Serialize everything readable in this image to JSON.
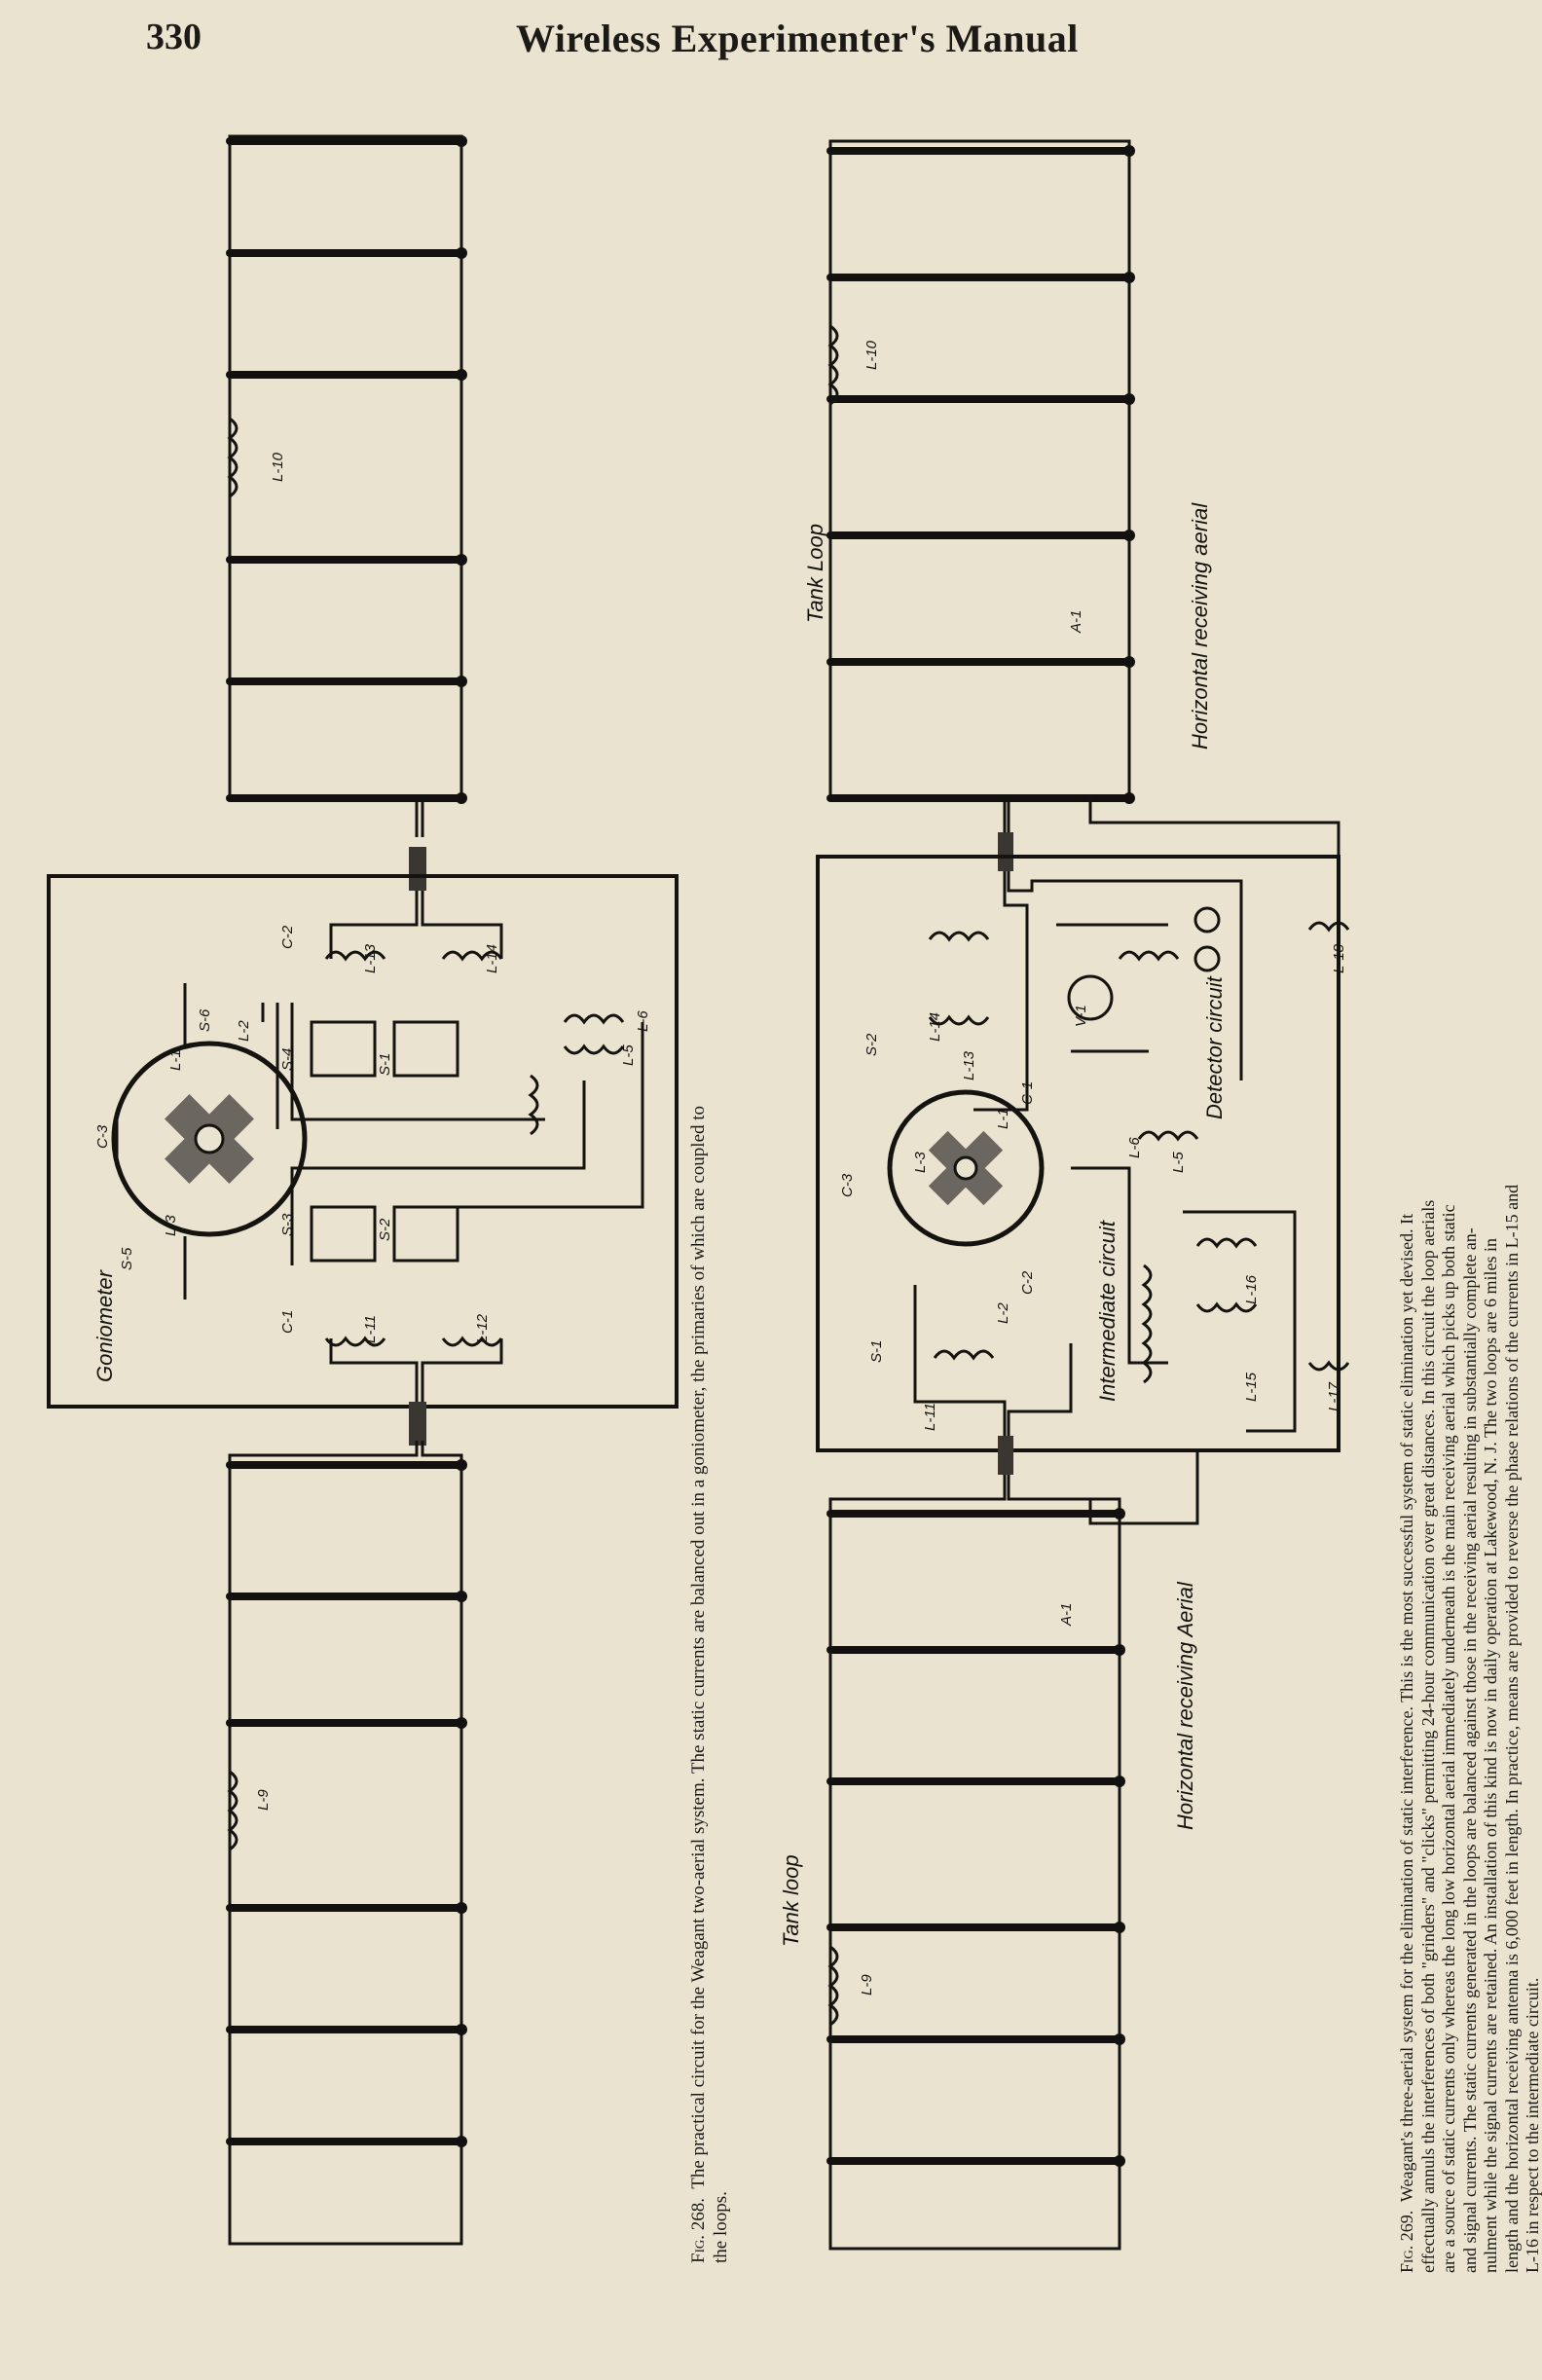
{
  "header": {
    "page_number": "330",
    "running_title": "Wireless Experimenter's Manual"
  },
  "fig268": {
    "caption_label": "Fig. 268.",
    "caption_lines": [
      "The practical circuit for the Weagant two-aerial system.  The static currents are balanced out in a goniometer, the primaries of which are coupled to",
      "the loops."
    ],
    "labels": {
      "goniometer": "Goniometer",
      "l9": "L-9",
      "l10": "L-10",
      "l11": "L-11",
      "l12": "L-12",
      "l13": "L-13",
      "l14": "L-14",
      "l5": "L-5",
      "l6": "L-6",
      "l1": "L-1",
      "l2": "L-2",
      "l3": "L-3",
      "c1": "C-1",
      "c2": "C-2",
      "c3": "C-3",
      "s1": "S-1",
      "s2": "S-2",
      "s3": "S-3",
      "s4": "S-4",
      "s5": "S-5",
      "s6": "S-6"
    }
  },
  "fig269": {
    "caption_label": "Fig. 269.",
    "caption_lines": [
      "Weagant's three-aerial system for the elimination of static interference.  This is the most successful system of static elimination yet devised.  It",
      "effectually annuls the interferences of both \"grinders\" and \"clicks\" permitting 24-hour communication over great distances.  In this circuit the loop aerials",
      "are a source of static currents only whereas the long low horizontal aerial immediately underneath is the main receiving aerial which picks up both static",
      "and signal currents.  The static currents generated in the loops are balanced against those in the receiving aerial resulting in substantially complete an-",
      "nulment while the signal currents are retained.  An installation of this kind is now in daily operation at Lakewood, N. J.  The two loops are 6 miles in",
      "length and the horizontal receiving antenna is 6,000 feet in length.  In practice, means are provided to reverse the phase relations of the currents in L-15 and",
      "L-16 in respect to the intermediate circuit."
    ],
    "labels": {
      "tank_loop_top": "Tank Loop",
      "tank_loop_bottom": "Tank loop",
      "horizontal_aerial_top": "Horizontal receiving aerial",
      "horizontal_aerial_bottom": "Horizontal receiving Aerial",
      "a1": "A-1",
      "intermediate_circuit": "Intermediate circuit",
      "detector_circuit": "Detector circuit",
      "l9": "L-9",
      "l10": "L-10",
      "l11": "L-11",
      "l13": "L-13",
      "l14": "L-14",
      "l15": "L-15",
      "l16": "L-16",
      "l17": "L-17",
      "l18": "L-18",
      "l1": "L-1",
      "l2": "L-2",
      "l3": "L-3",
      "l5": "L-5",
      "l6": "L-6",
      "v1": "V-1",
      "c1": "C-1",
      "c2": "C-2",
      "c3": "C-3",
      "s1": "S-1",
      "s2": "S-2"
    }
  }
}
